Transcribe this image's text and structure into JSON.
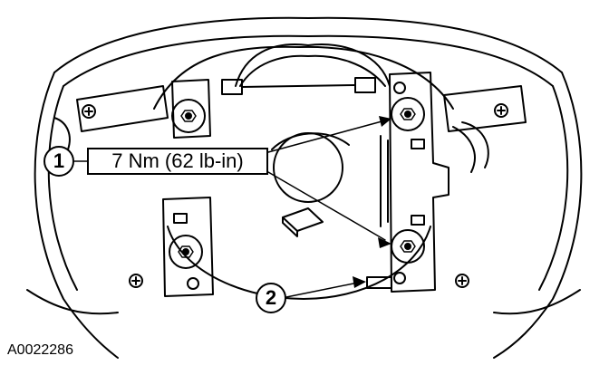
{
  "callouts": [
    {
      "number": "1"
    },
    {
      "number": "2"
    }
  ],
  "torque_spec": "7 Nm (62 lb-in)",
  "figure_id": "A0022286",
  "colors": {
    "line": "#000000",
    "background": "#ffffff"
  }
}
